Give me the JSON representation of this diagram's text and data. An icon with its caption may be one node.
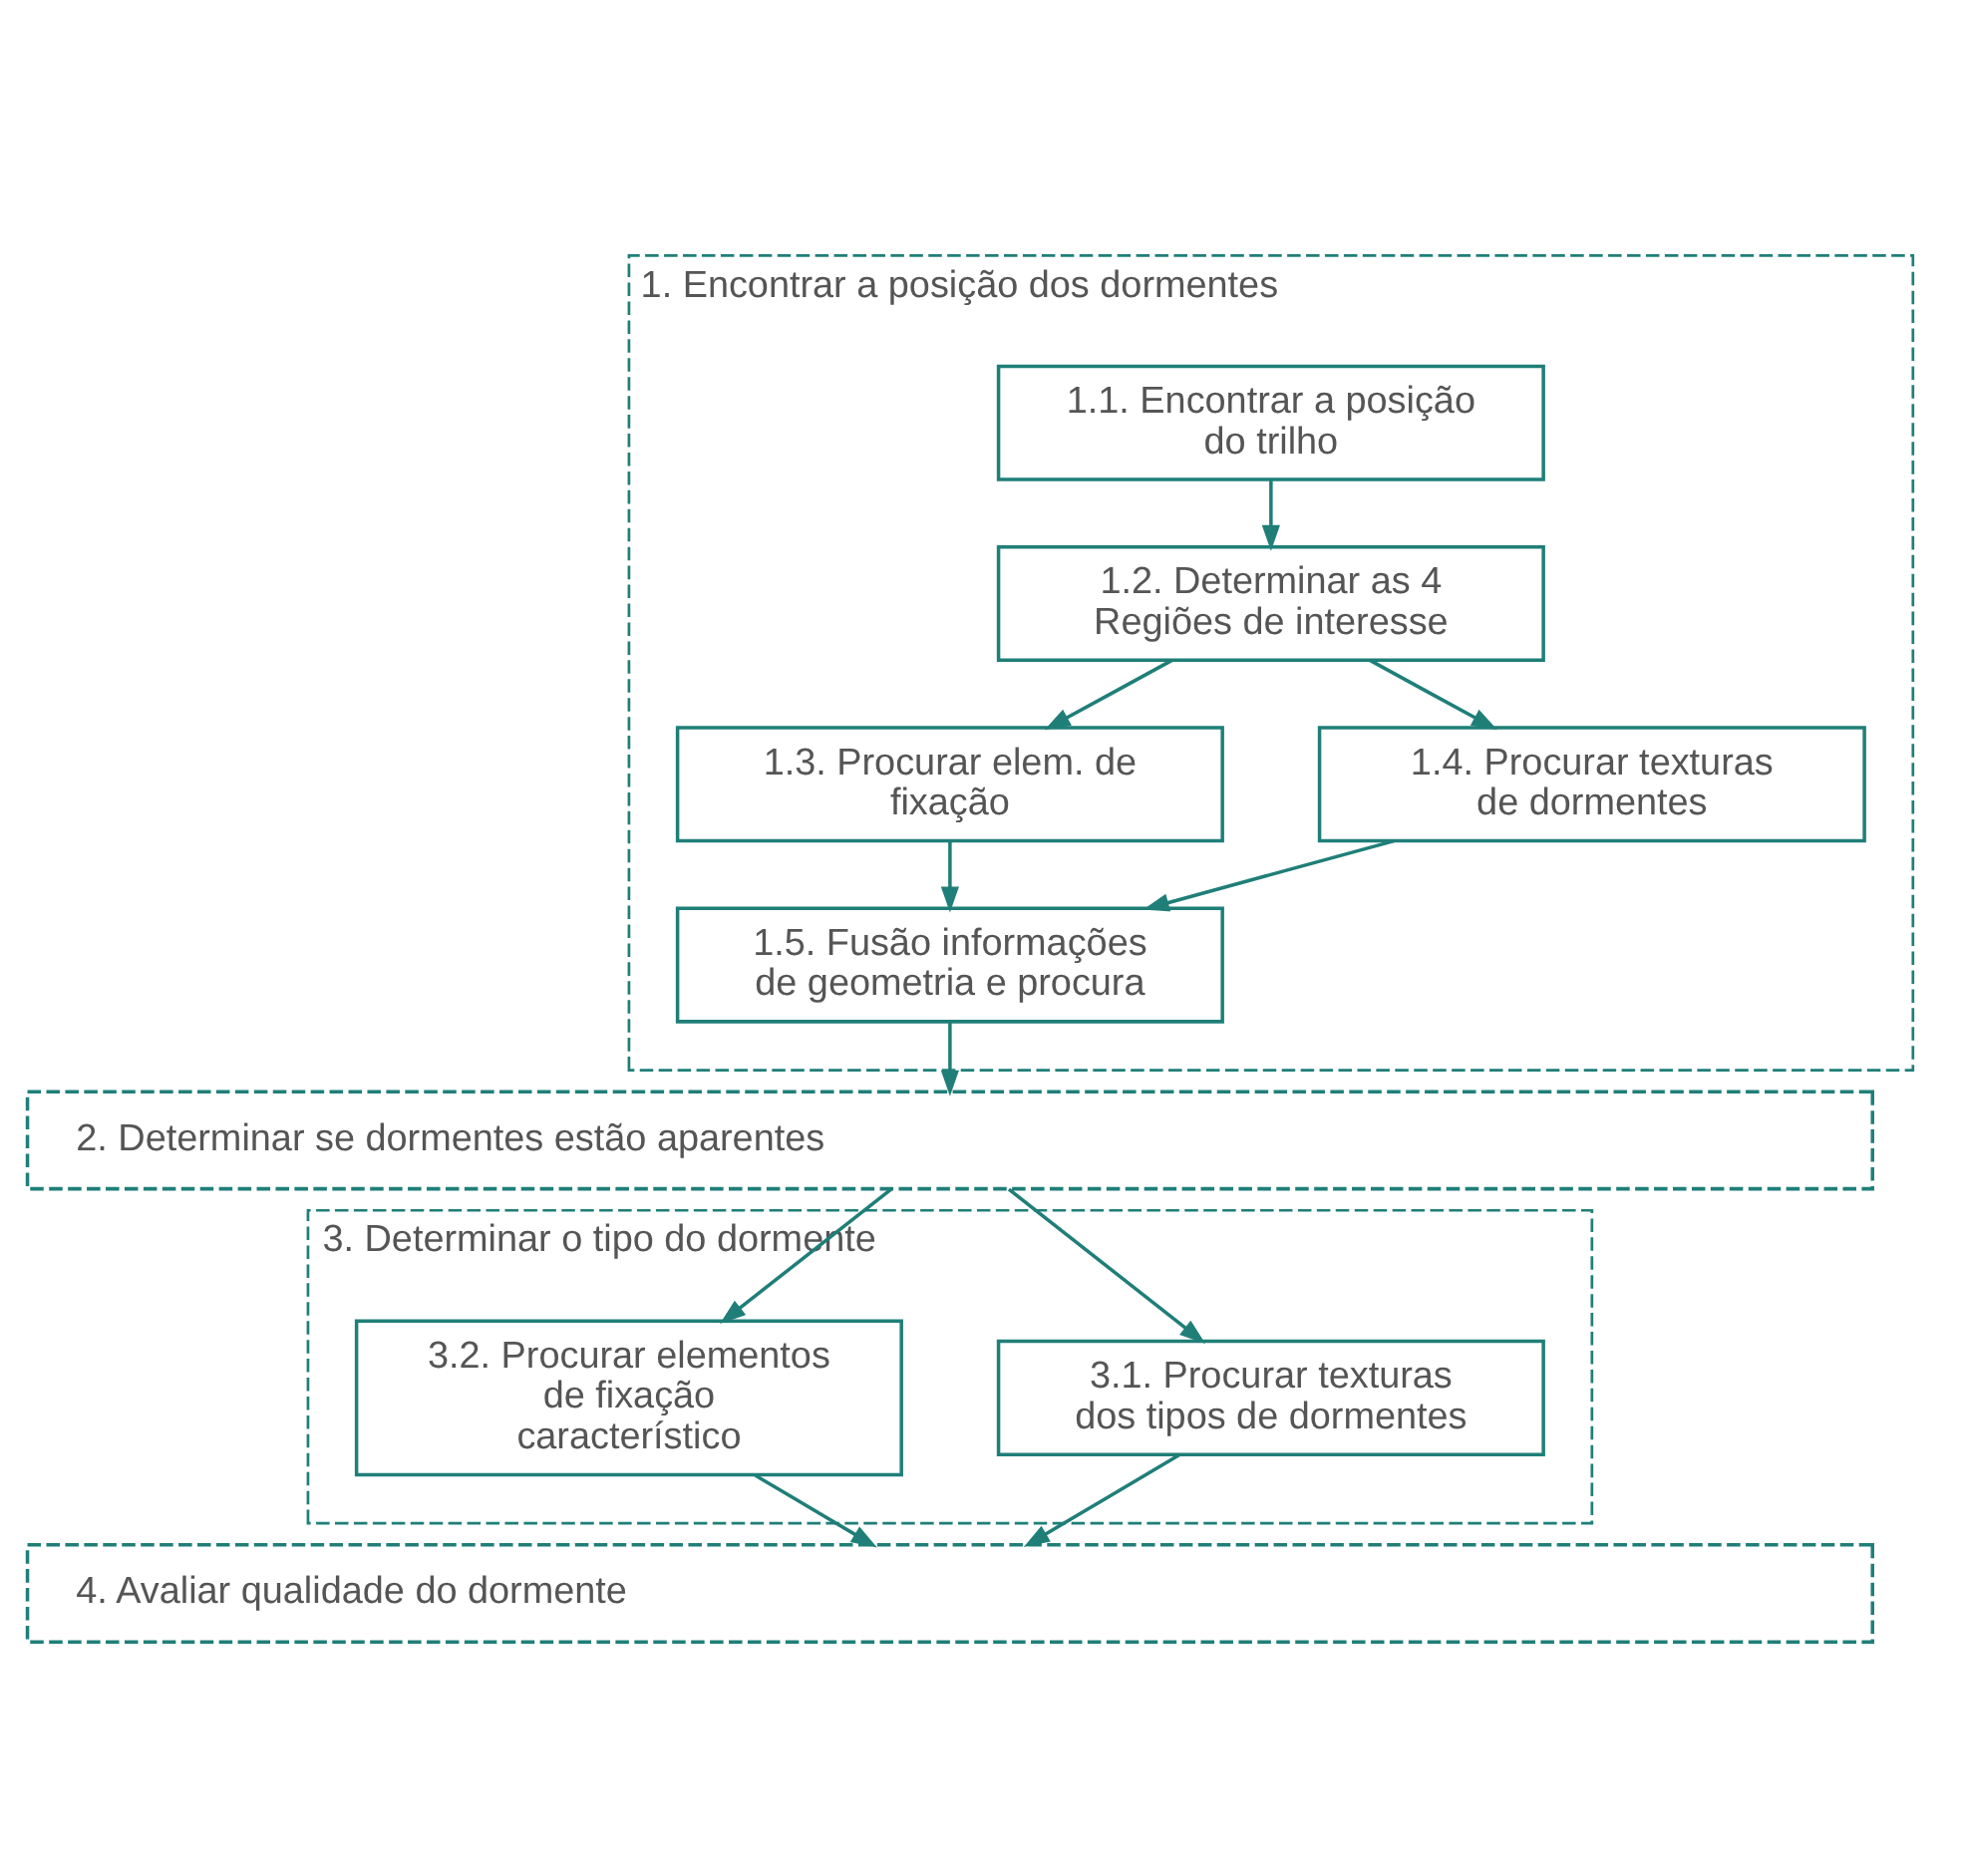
{
  "diagram": {
    "nodes": [
      {
        "text": [
          "1. Encontrar a posição dos dormentes"
        ]
      },
      {
        "text": [
          "1.1. Encontrar a posição do trilho"
        ],
        "in": 0
      },
      {
        "text": [
          "1.2. Determinar as 4 Regiões de interesse"
        ],
        "in": 0
      },
      {
        "text": [
          "1.3. Procurar elem. de fixação"
        ],
        "in": 0
      },
      {
        "text": [
          "1.4. Procurar texturas de dormentes"
        ],
        "in": 0
      },
      {
        "text": [
          "1.5. Fusão informações de geometria e procura"
        ],
        "in": 0
      },
      {
        "text": [
          "2. Determinar se dormentes estão aparentes"
        ]
      },
      {
        "text": [
          "3. Determinar o tipo do dormente"
        ]
      },
      {
        "text": [
          "3.1. Procurar texturas dos tipos de dormentes"
        ],
        "in": 7
      },
      {
        "text": [
          "3.2. Procurar elementos de fixação característico"
        ],
        "in": 7
      },
      {
        "text": [
          "4. Avaliar qualidade do dormente"
        ]
      }
    ],
    "edges": [
      {
        "from": 1,
        "to": 2,
        "arrow": "to"
      },
      {
        "from": 2,
        "to": 3,
        "arrow": "to"
      },
      {
        "from": 2,
        "to": 4,
        "arrow": "to"
      },
      {
        "from": 3,
        "to": 5,
        "arrow": "to"
      },
      {
        "from": 4,
        "to": 5,
        "arrow": "to"
      },
      {
        "from": 5,
        "to": 6,
        "arrow": "to"
      },
      {
        "from": 6,
        "to": 8,
        "arrow": "to"
      },
      {
        "from": 6,
        "to": 9,
        "arrow": "to"
      },
      {
        "from": 8,
        "to": 10,
        "arrow": "to"
      },
      {
        "from": 9,
        "to": 10,
        "arrow": "to"
      }
    ]
  }
}
